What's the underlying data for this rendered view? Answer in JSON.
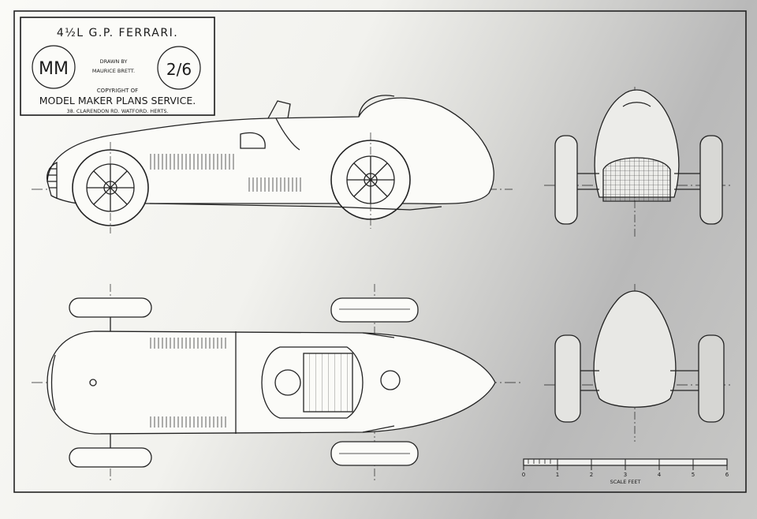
{
  "title_block": {
    "model_title": "4½L G.P. FERRARI.",
    "logo_letters": "MM",
    "drawn_by_line1": "DRAWN BY",
    "drawn_by_line2": "MAURICE BRETT.",
    "price": "2/6",
    "copyright": "COPYRIGHT OF",
    "company": "MODEL MAKER PLANS SERVICE.",
    "address": "38. CLARENDON RD. WATFORD. HERTS."
  },
  "scale_bar": {
    "ticks": [
      "0",
      "1",
      "2",
      "3",
      "4",
      "5",
      "6"
    ],
    "label": "SCALE   FEET"
  },
  "colors": {
    "ink": "#1f1f1f",
    "paper": "#f4f4f1",
    "shadow": "#b9b9b9"
  }
}
